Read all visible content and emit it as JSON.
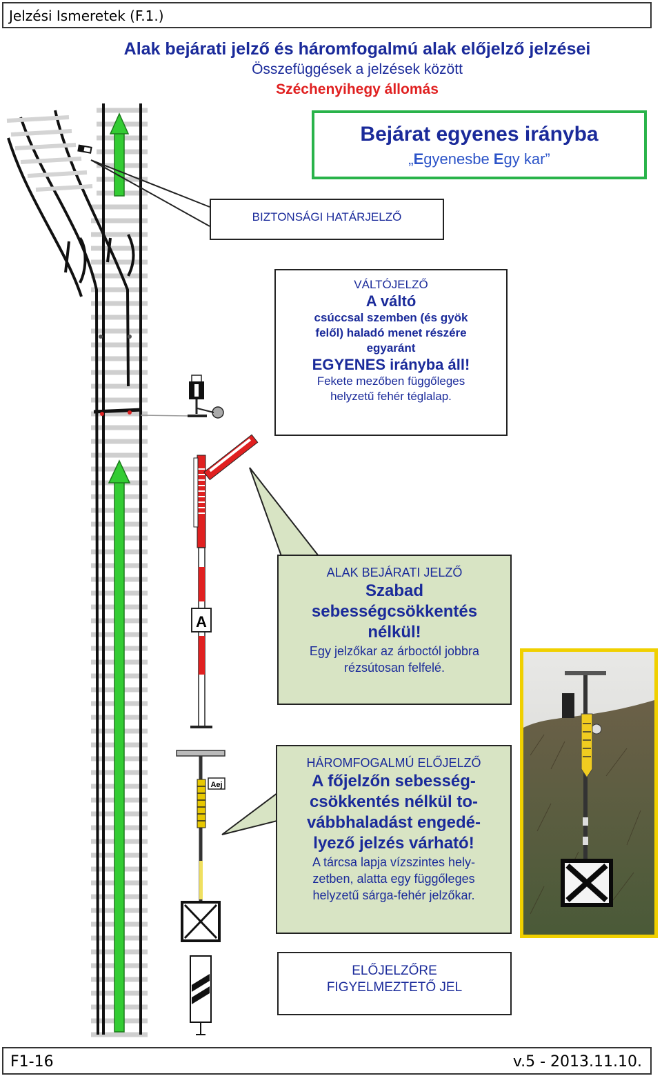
{
  "header": {
    "title": "Jelzési Ismeretek (F.1.)"
  },
  "titles": {
    "main": "Alak bejárati jelző és háromfogalmú alak előjelző jelzései",
    "sub": "Összefüggések a jelzések között",
    "station": "Széchenyihegy állomás"
  },
  "entry_box": {
    "title": "Bejárat egyenes irányba",
    "subtitle_open": "„",
    "subtitle_E1": "E",
    "subtitle_rest1": "gyenesbe ",
    "subtitle_E2": "E",
    "subtitle_rest2": "gy kar”"
  },
  "safety_marker": {
    "label": "BIZTONSÁGI HATÁRJELZŐ"
  },
  "switch_signal": {
    "heading": "VÁLTÓJELZŐ",
    "bold1": "A váltó",
    "line1": "csúccsal szemben (és gyök",
    "line2": "felől) haladó menet részére",
    "line3": "egyaránt",
    "bold2": "EGYENES irányba áll!",
    "desc1": "Fekete mezőben függőleges",
    "desc2": "helyzetű fehér téglalap."
  },
  "entry_signal": {
    "heading": "ALAK BEJÁRATI JELZŐ",
    "bold1": "Szabad",
    "bold2": "sebességcsökkentés",
    "bold3": "nélkül!",
    "desc1": "Egy jelzőkar az árboctól jobbra",
    "desc2": "rézsútosan felfelé.",
    "plate_letter": "A"
  },
  "distant_signal": {
    "heading": "HÁROMFOGALMÚ ELŐJELZŐ",
    "bold1": "A főjelzőn sebesség-",
    "bold2": "csökkentés nélkül to-",
    "bold3": "vábbhaladást engedé-",
    "bold4": "lyező jelzés várható!",
    "desc1": "A tárcsa lapja vízszintes hely-",
    "desc2": "zetben, alatta egy függőleges",
    "desc3": "helyzetű sárga-fehér jelzőkar.",
    "plate_text": "Aej"
  },
  "warning_sign": {
    "line1": "ELŐJELZŐRE",
    "line2": "FIGYELMEZTETŐ JEL"
  },
  "footer": {
    "page": "F1-16",
    "version": "v.5 - 2013.11.10."
  },
  "colors": {
    "title_blue": "#1a2a9a",
    "station_red": "#e02020",
    "frame_green": "#29b34a",
    "arrow_green": "#33cc33",
    "box_fill": "#d8e4c4",
    "photo_frame": "#f0d000"
  }
}
